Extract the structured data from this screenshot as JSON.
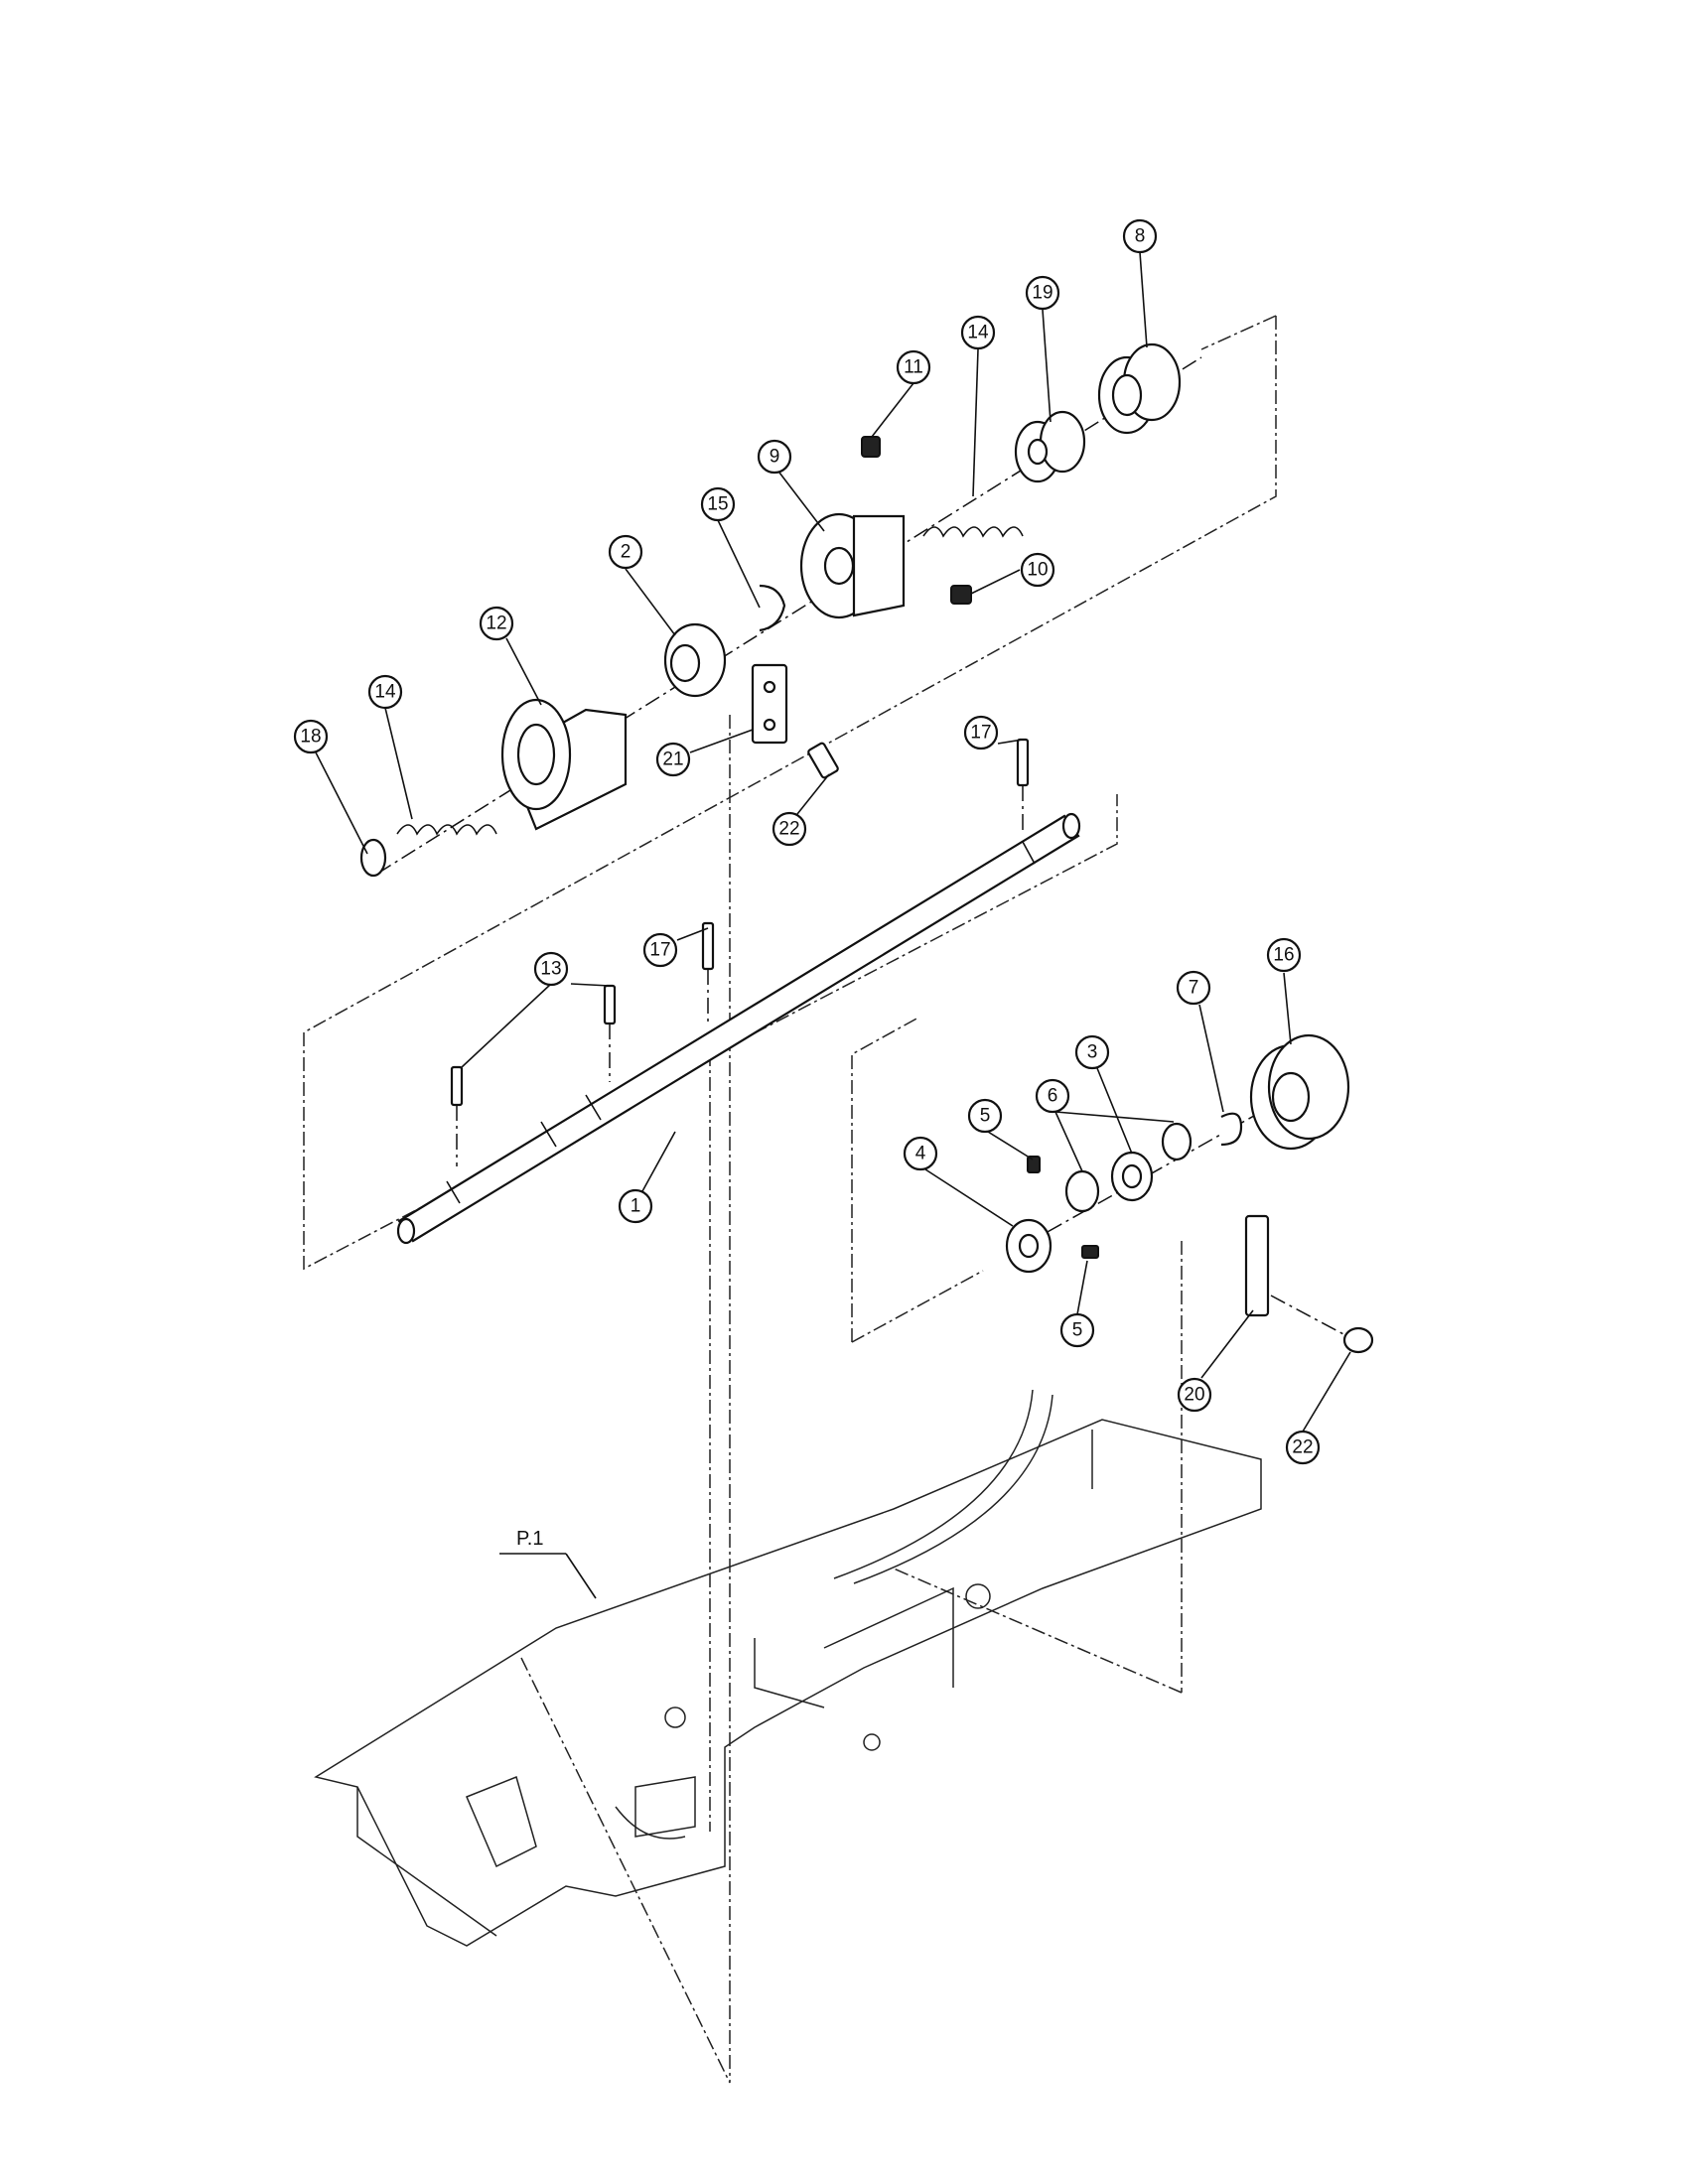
{
  "callouts": [
    {
      "label": "8"
    },
    {
      "label": "19"
    },
    {
      "label": "14"
    },
    {
      "label": "11"
    },
    {
      "label": "9"
    },
    {
      "label": "15"
    },
    {
      "label": "10"
    },
    {
      "label": "2"
    },
    {
      "label": "12"
    },
    {
      "label": "14"
    },
    {
      "label": "18"
    },
    {
      "label": "21"
    },
    {
      "label": "22"
    },
    {
      "label": "17"
    },
    {
      "label": "17"
    },
    {
      "label": "13"
    },
    {
      "label": "1"
    },
    {
      "label": "16"
    },
    {
      "label": "7"
    },
    {
      "label": "3"
    },
    {
      "label": "6"
    },
    {
      "label": "5"
    },
    {
      "label": "4"
    },
    {
      "label": "5"
    },
    {
      "label": "20"
    },
    {
      "label": "22"
    }
  ],
  "reference": {
    "label": "P.1"
  }
}
